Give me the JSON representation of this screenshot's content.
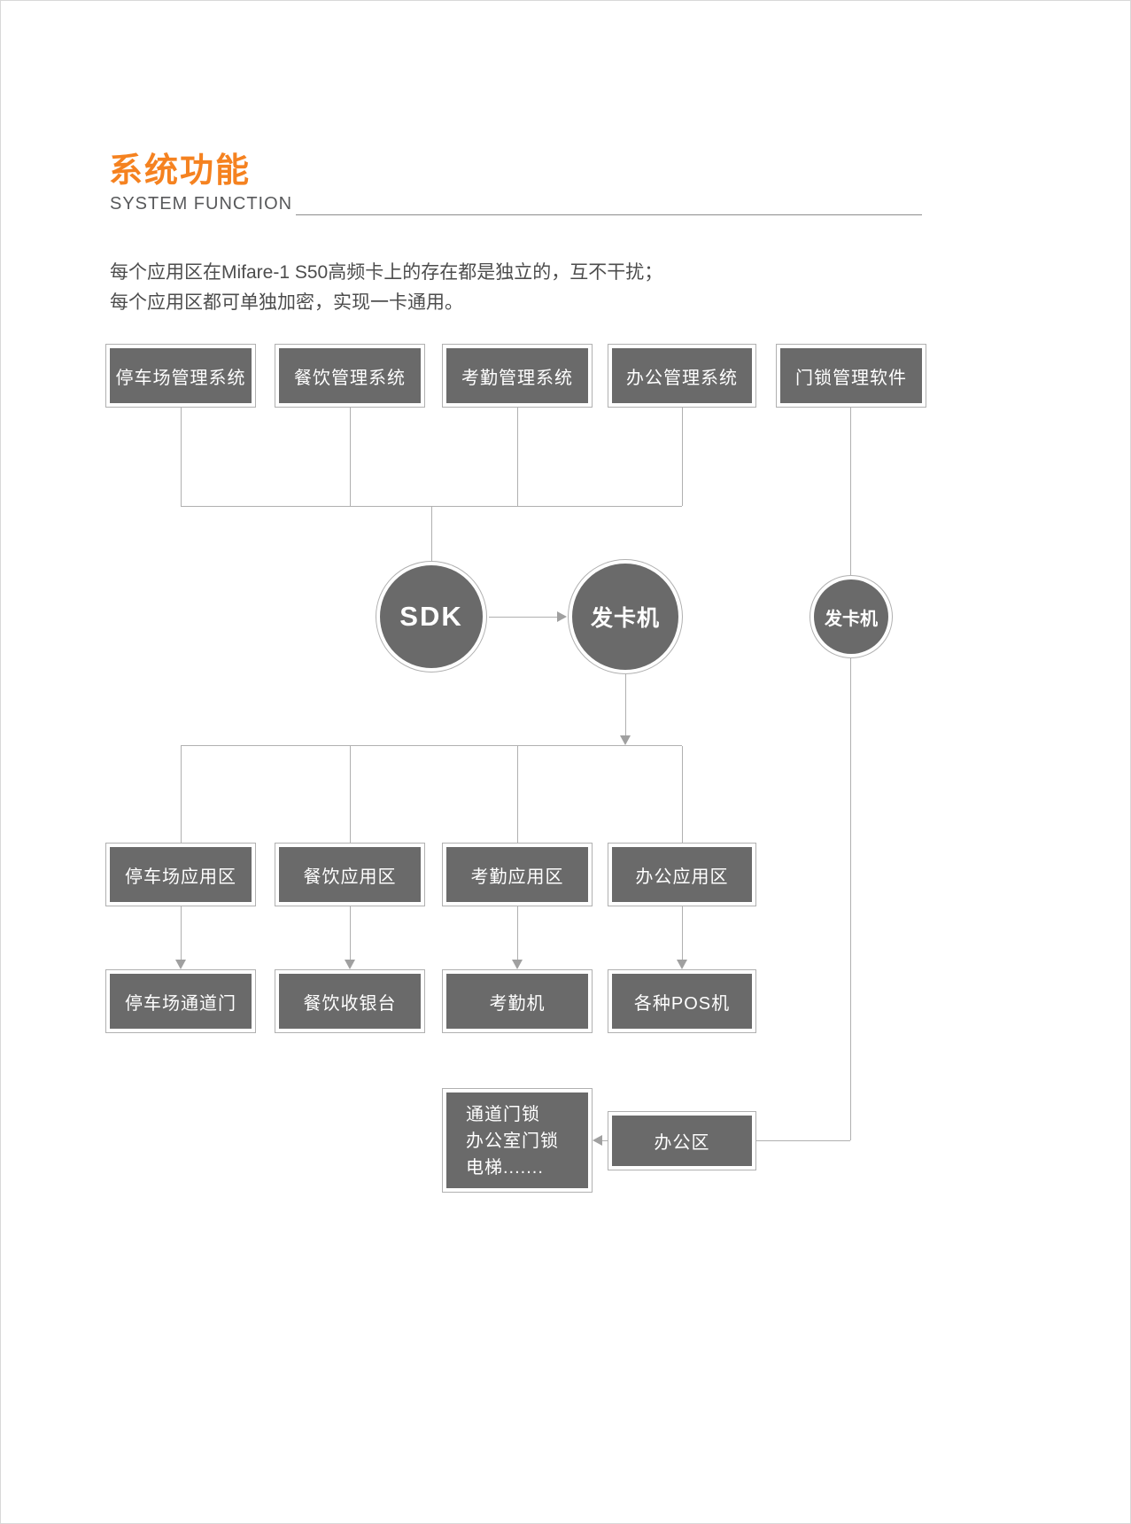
{
  "header": {
    "title": "系统功能",
    "subtitle": "SYSTEM FUNCTION"
  },
  "intro": {
    "line1": "每个应用区在Mifare-1 S50高频卡上的存在都是独立的，互不干扰；",
    "line2": "每个应用区都可单独加密，实现一卡通用。"
  },
  "diagram": {
    "systems": [
      "停车场管理系统",
      "餐饮管理系统",
      "考勤管理系统",
      "办公管理系统",
      "门锁管理软件"
    ],
    "sdk": "SDK",
    "issuer_main": "发卡机",
    "issuer_right": "发卡机",
    "zones": [
      "停车场应用区",
      "餐饮应用区",
      "考勤应用区",
      "办公应用区"
    ],
    "devices": [
      "停车场通道门",
      "餐饮收银台",
      "考勤机",
      "各种POS机"
    ],
    "office_area": "办公区",
    "lock_targets": [
      "通道门锁",
      "办公室门锁",
      "电梯......."
    ]
  },
  "colors": {
    "accent": "#F58220",
    "box_fill": "#6a6a6a",
    "line": "#b0b0b0"
  }
}
